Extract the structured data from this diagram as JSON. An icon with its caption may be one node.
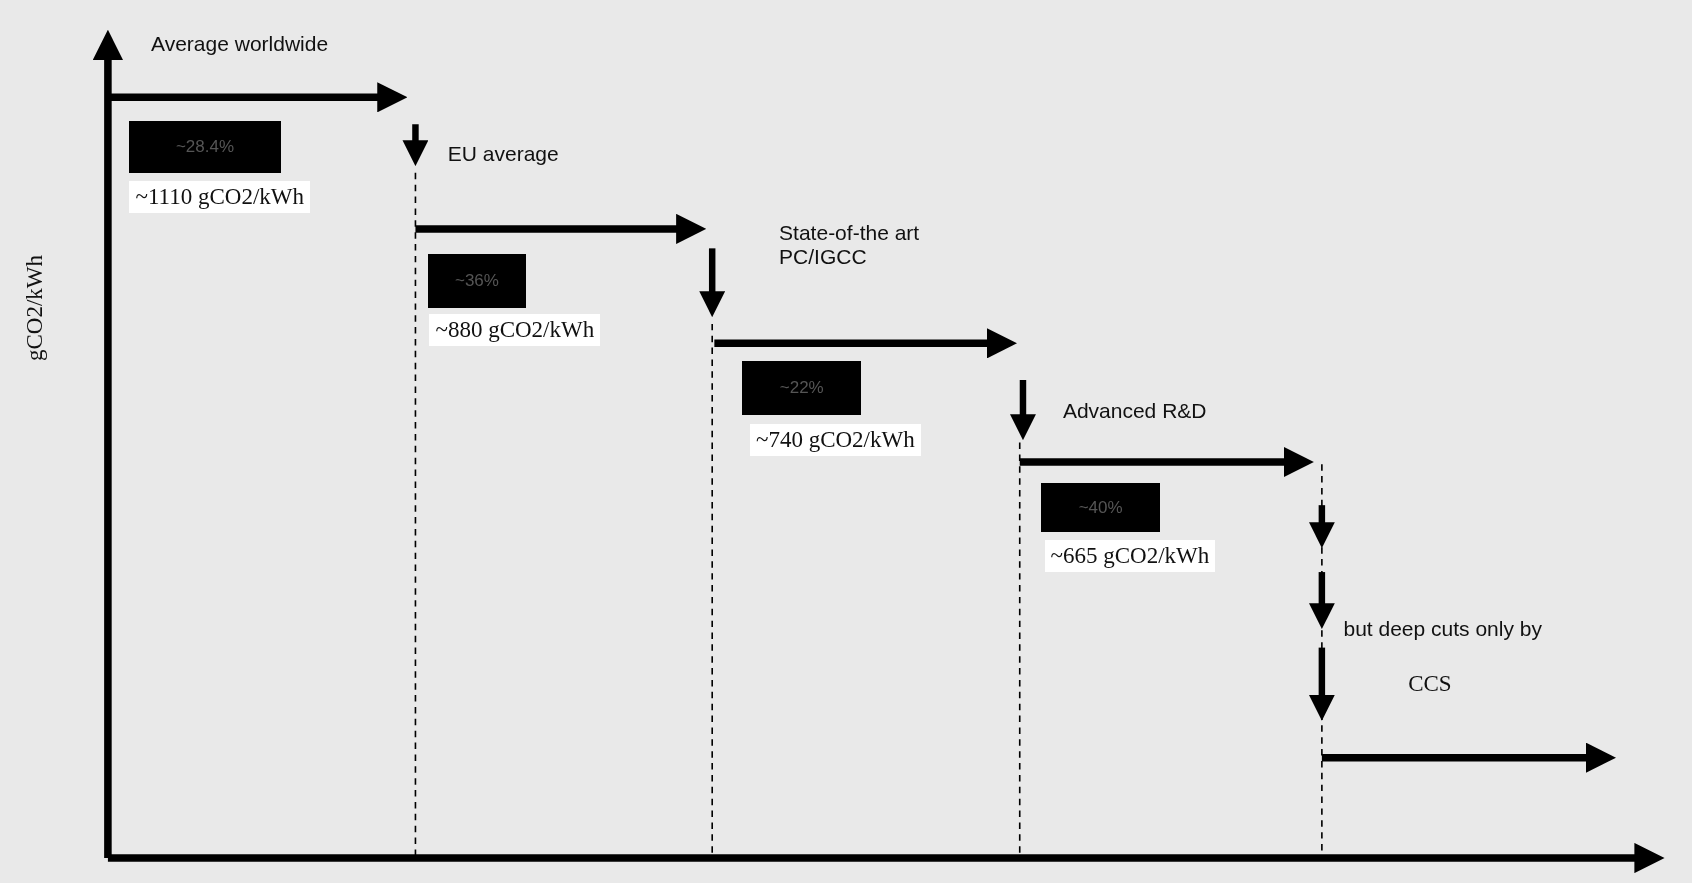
{
  "diagram": {
    "labels": [
      "gCO2/kWh",
      "Average worldwide",
      "~28.4%",
      "~1110 gCO2/kWh",
      "EU average",
      "~36%",
      "~880 gCO2/kWh",
      "State-of-the art PC/IGCC",
      "~22%",
      "~740 gCO2/kWh",
      "Advanced R&D",
      "~40%",
      "~665 gCO2/kWh",
      "but deep cuts only by",
      "CCS"
    ]
  }
}
